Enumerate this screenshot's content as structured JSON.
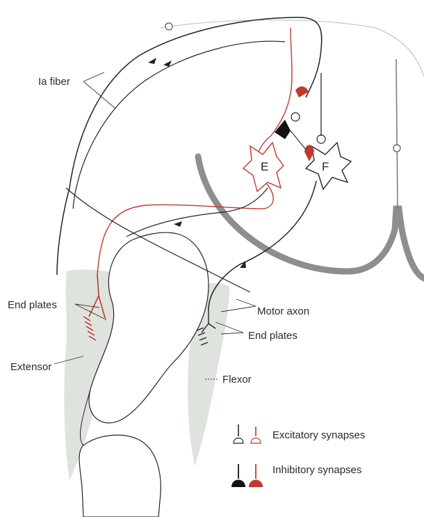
{
  "labels": {
    "ia_fiber": "Ia fiber",
    "end_plates_left": "End plates",
    "end_plates_right": "End plates",
    "motor_axon": "Motor axon",
    "extensor": "Extensor",
    "flexor": "Flexor",
    "neuron_e": "E",
    "neuron_f": "F"
  },
  "legend": {
    "excitatory": "Excitatory synapses",
    "inhibitory": "Inhibitory synapses"
  },
  "colors": {
    "red": "#c0392b",
    "dark": "#222222",
    "muscle": "#dfe3dd",
    "grey_matter": "#8e8e8e"
  }
}
